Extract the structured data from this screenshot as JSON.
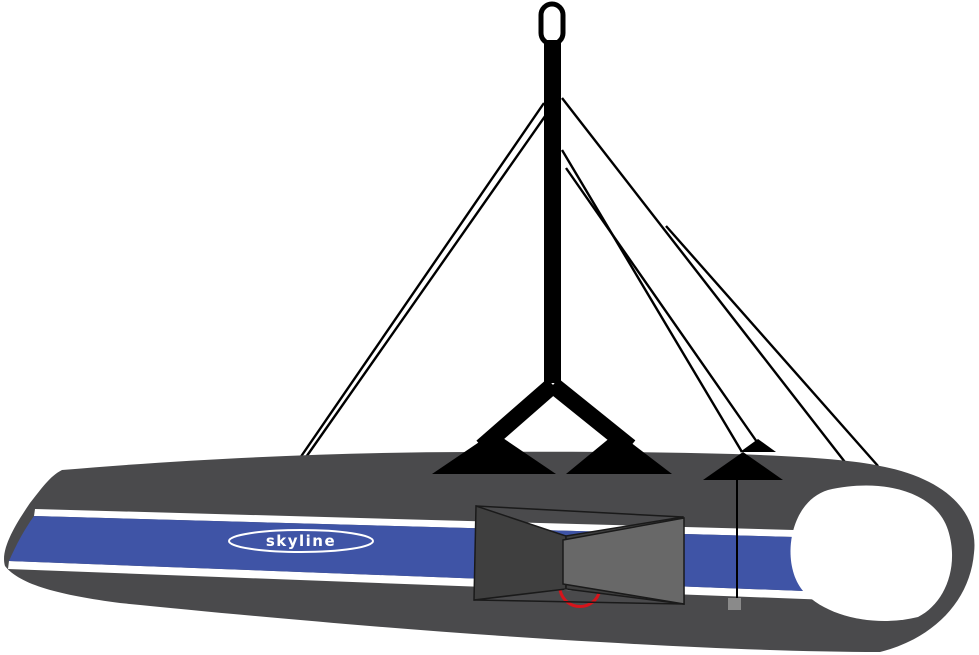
{
  "harness": {
    "brand_logo_text": "skyline"
  },
  "colors": {
    "background": "#ffffff",
    "body_gray": "#4a4a4c",
    "stripe_blue": "#3f54a6",
    "stripe_white": "#ffffff",
    "spreader_black": "#000000",
    "line_black": "#000000",
    "buckle_dark": "#3f3f3f",
    "buckle_light": "#686868",
    "pull_tab_red": "#d6141b",
    "toggle_gray": "#8a8a8a",
    "pod_opening": "#ffffff"
  },
  "parts": [
    "main-strap",
    "top-loop",
    "spreader-bar",
    "shoulder-lines",
    "leg-lines",
    "mounting-brackets",
    "harness-pod",
    "chest-buckle",
    "reserve-handle",
    "drogue-toggle",
    "head-opening"
  ]
}
